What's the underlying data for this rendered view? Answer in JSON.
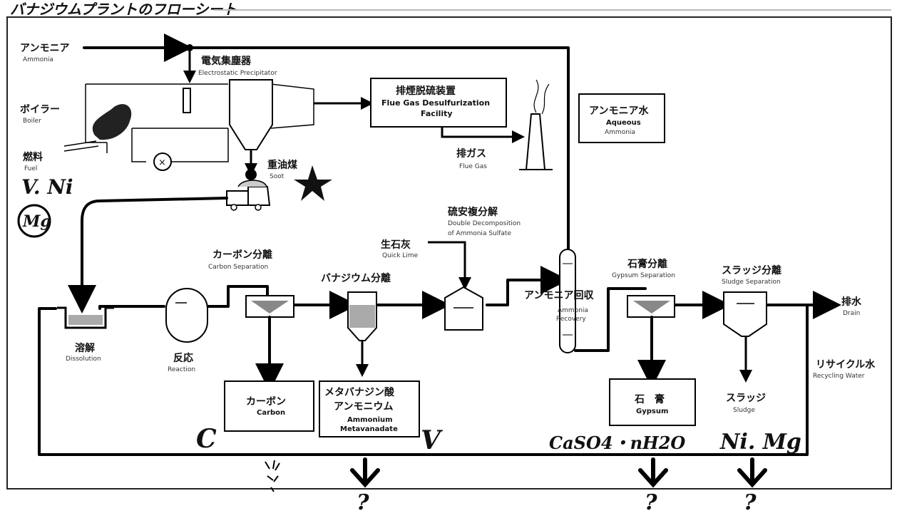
{
  "header": {
    "title": "バナジウムプラントのフローシート"
  },
  "inputs": {
    "ammonia": {
      "jp": "アンモニア",
      "en": "Ammonia"
    },
    "boiler": {
      "jp": "ボイラー",
      "en": "Boiler"
    },
    "fuel": {
      "jp": "燃料",
      "en": "Fuel"
    },
    "quick_lime": {
      "jp": "生石灰",
      "en": "Quick Lime"
    },
    "aqueous_ammonia": {
      "jp": "アンモニア水",
      "en1": "Aqueous",
      "en2": "Ammonia"
    }
  },
  "gas_side": {
    "esp": {
      "jp": "電気集塵器",
      "en": "Electrostatic Precipitator"
    },
    "fgd": {
      "jp": "排煙脱硫装置",
      "en1": "Flue Gas Desulfurization",
      "en2": "Facility"
    },
    "soot": {
      "jp": "重油煤",
      "en": "Soot"
    },
    "flue_gas": {
      "jp": "排ガス",
      "en": "Flue Gas"
    }
  },
  "process": {
    "dissolution": {
      "jp": "溶解",
      "en": "Dissolution"
    },
    "reaction": {
      "jp": "反応",
      "en": "Reaction"
    },
    "carbon_sep": {
      "jp": "カーボン分離",
      "en": "Carbon Separation"
    },
    "vanadium_sep": {
      "jp": "バナジウム分離"
    },
    "double_decomp": {
      "jp": "硫安複分解",
      "en1": "Double Decomposition",
      "en2": "of Ammonia Sulfate"
    },
    "ammonia_recovery": {
      "jp": "アンモニア回収",
      "en1": "Ammonia",
      "en2": "Recovery"
    },
    "gypsum_sep": {
      "jp": "石膏分離",
      "en": "Gypsum Separation"
    },
    "sludge_sep": {
      "jp": "スラッジ分離",
      "en": "Sludge Separation"
    },
    "drain": {
      "jp": "排水",
      "en": "Drain"
    },
    "recycling_water": {
      "jp": "リサイクル水",
      "en": "Recycling Water"
    }
  },
  "products": {
    "carbon": {
      "jp": "カーボン",
      "en": "Carbon"
    },
    "amv": {
      "jp1": "メタバナジン酸",
      "jp2": "アンモニウム",
      "en1": "Ammonium",
      "en2": "Metavanadate"
    },
    "gypsum": {
      "jp": "石　膏",
      "en": "Gypsum"
    },
    "sludge": {
      "jp": "スラッジ",
      "en": "Sludge"
    }
  },
  "handwritten": {
    "fuel_metals": "V. Ni",
    "fuel_mg": "Mg",
    "c": "C",
    "v": "V",
    "caso4": "CaSO4・nH2O",
    "ni_mg": "Ni. Mg",
    "question": "?"
  }
}
